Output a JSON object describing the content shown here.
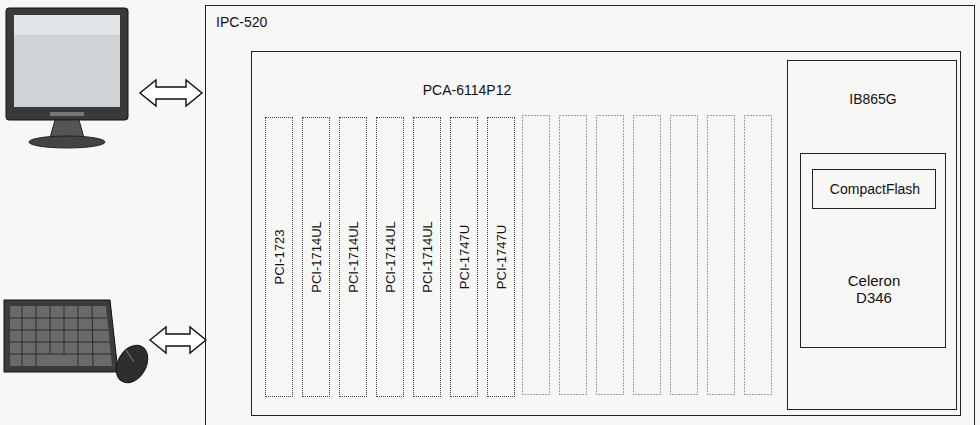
{
  "diagram": {
    "nodes": [
      {
        "text": [
          "IPC-520"
        ]
      },
      {
        "text": [
          "PCA-6114P12"
        ],
        "in": 0
      },
      {
        "text": [
          "PCI-1723"
        ],
        "in": 1
      },
      {
        "text": [
          "PCI-1714UL"
        ],
        "in": 1
      },
      {
        "text": [
          "PCI-1714UL"
        ],
        "in": 1
      },
      {
        "text": [
          "PCI-1714UL"
        ],
        "in": 1
      },
      {
        "text": [
          "PCI-1714UL"
        ],
        "in": 1
      },
      {
        "text": [
          "PCI-1747U"
        ],
        "in": 1
      },
      {
        "text": [
          "PCI-1747U"
        ],
        "in": 1
      },
      {
        "text": [
          "IB865G"
        ],
        "in": 1
      },
      {
        "text": [
          "Celeron D346"
        ],
        "in": 9
      },
      {
        "text": [
          "CompactFlash"
        ],
        "in": 10
      }
    ]
  }
}
